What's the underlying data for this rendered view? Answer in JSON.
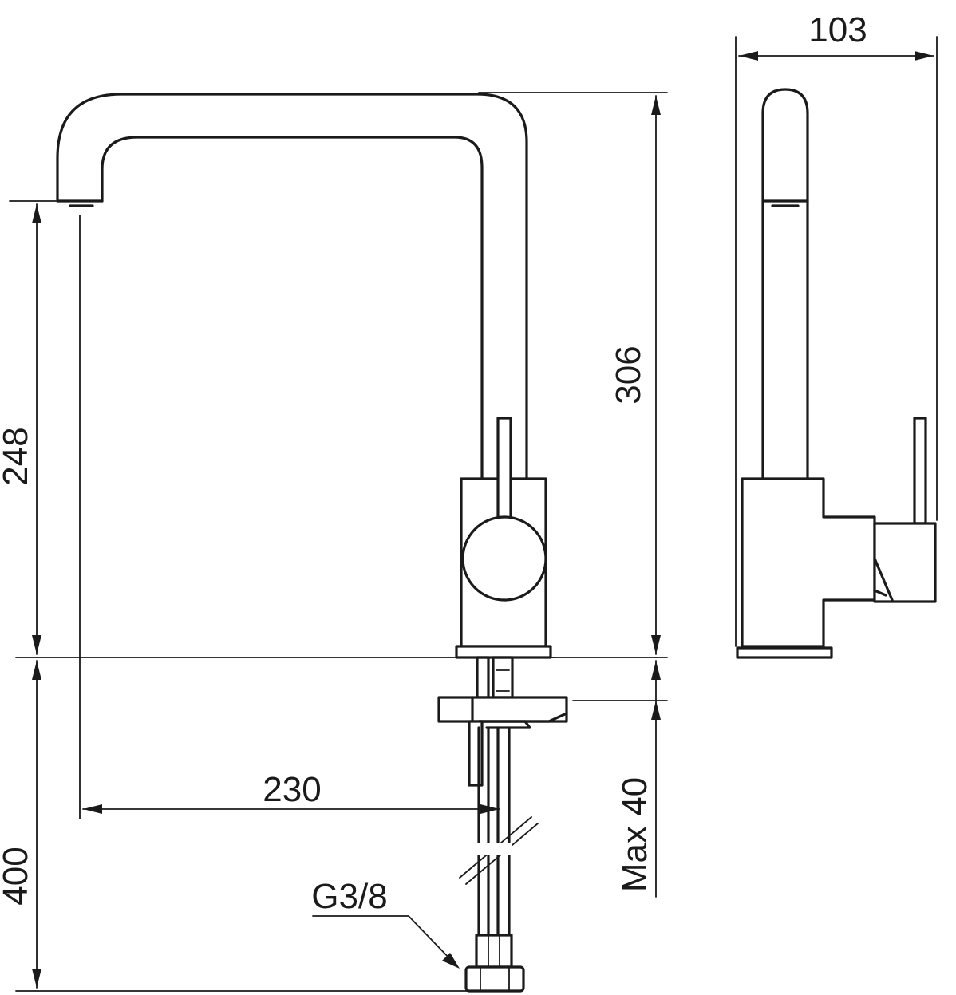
{
  "dimensions": {
    "width_side": "103",
    "height_total": "306",
    "spout_height": "248",
    "spout_reach": "230",
    "hose_length": "400",
    "max_thickness": "Max 40",
    "thread": "G3/8"
  }
}
